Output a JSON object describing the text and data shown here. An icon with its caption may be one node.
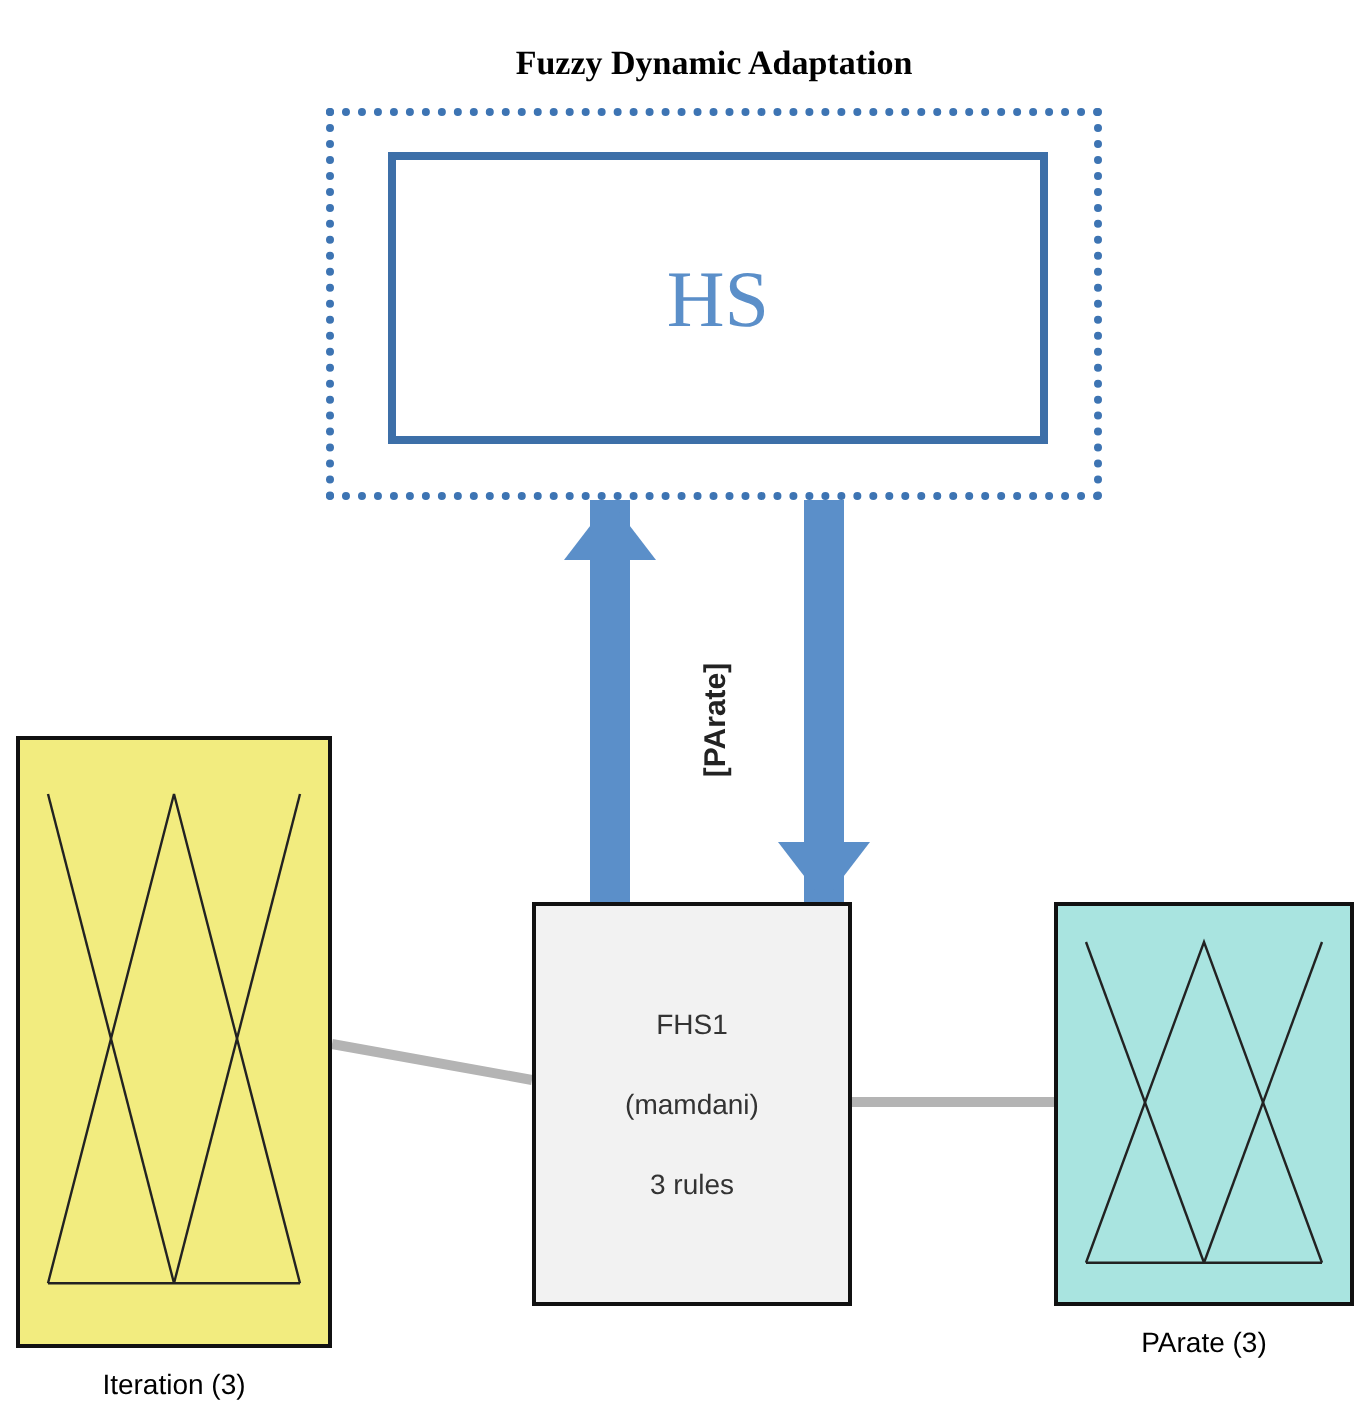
{
  "diagram": {
    "nodes": [
      {
        "text": [
          "Fuzzy Dynamic Adaptation"
        ]
      },
      {
        "text": [
          "HS"
        ],
        "in": 0
      },
      {
        "text": [
          "Iteration (3)"
        ]
      },
      {
        "text": [
          "FHS1",
          "(mamdani)",
          "3 rules"
        ]
      },
      {
        "text": [
          "PArate (3)"
        ]
      }
    ],
    "edges": [
      {
        "from": 2,
        "to": 3,
        "arrow": "none"
      },
      {
        "from": 3,
        "to": 4,
        "arrow": "none"
      },
      {
        "from": 3,
        "to": 0,
        "arrow": "to",
        "style": "thick",
        "color": "#5b8fc9"
      },
      {
        "from": 0,
        "to": 3,
        "arrow": "to",
        "label": "[PArate]",
        "style": "thick",
        "color": "#5b8fc9"
      }
    ]
  }
}
